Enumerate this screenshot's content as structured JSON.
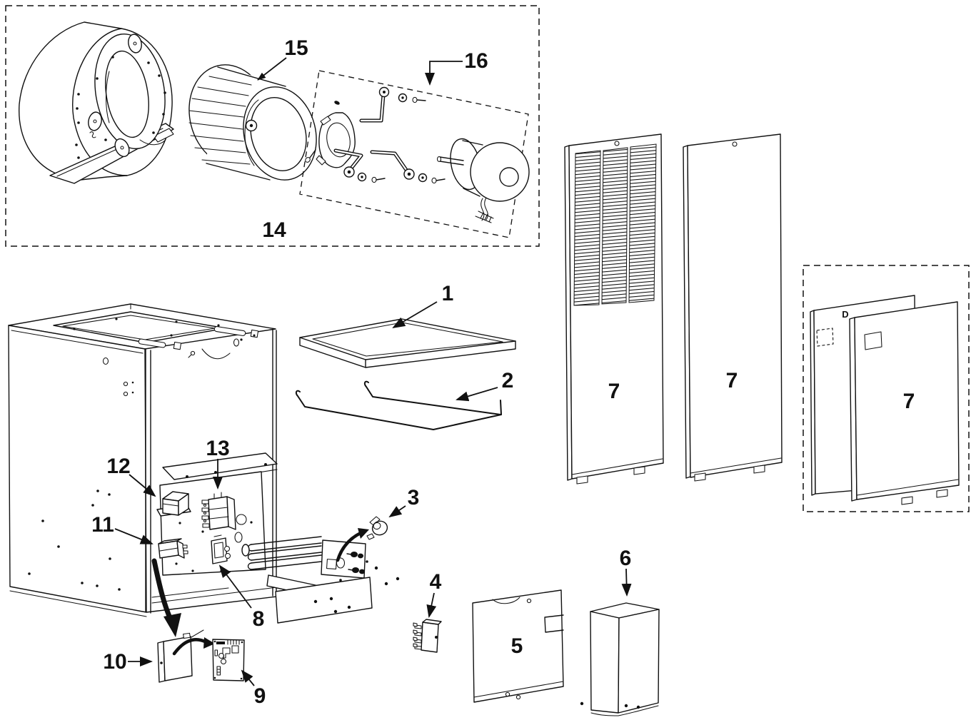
{
  "diagram": {
    "colors": {
      "ink": "#111111",
      "background": "#ffffff"
    },
    "callouts": {
      "c1": "1",
      "c2": "2",
      "c3": "3",
      "c4": "4",
      "c5": "5",
      "c6": "6",
      "c7": "7",
      "c8": "8",
      "c9": "9",
      "c10": "10",
      "c11": "11",
      "c12": "12",
      "c13": "13",
      "c14": "14",
      "c15": "15",
      "c16": "16"
    },
    "marks": {
      "rear_panel_letter": "D"
    }
  }
}
